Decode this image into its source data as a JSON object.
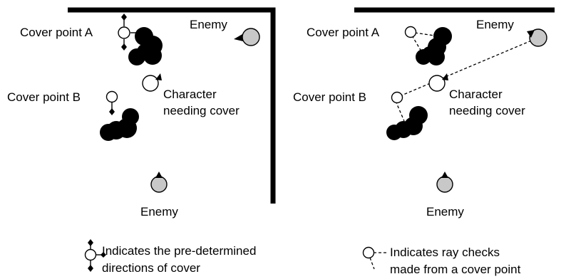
{
  "left_panel": {
    "cover_a_label": "Cover point A",
    "cover_b_label": "Cover point B",
    "enemy_top_label": "Enemy",
    "enemy_bottom_label": "Enemy",
    "character_label_line1": "Character",
    "character_label_line2": "needing cover"
  },
  "right_panel": {
    "cover_a_label": "Cover point A",
    "cover_b_label": "Cover point B",
    "enemy_top_label": "Enemy",
    "enemy_bottom_label": "Enemy",
    "character_label_line1": "Character",
    "character_label_line2": "needing cover"
  },
  "legend": {
    "directions_line1": "Indicates the pre-determined",
    "directions_line2": "directions of cover",
    "rays_line1": "Indicates ray checks",
    "rays_line2": "made from a cover point"
  },
  "colors": {
    "enemy_fill": "#c8c8c8",
    "obstacle_fill": "#000000",
    "wall": "#000000"
  }
}
